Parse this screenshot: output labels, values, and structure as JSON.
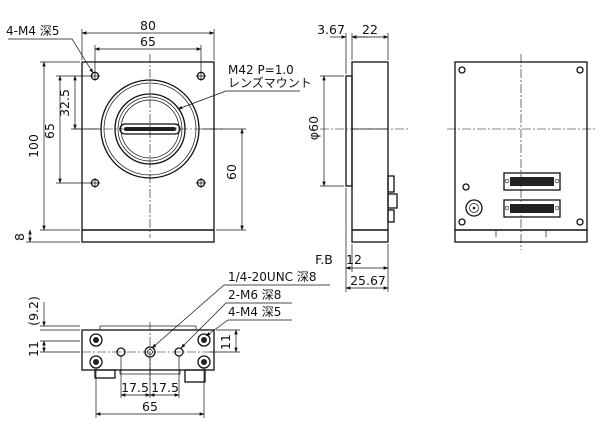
{
  "front_view": {
    "holes_note": "4-M4 深5",
    "width_outer": "80",
    "width_holes": "65",
    "mount_note_1": "M42 P=1.0",
    "mount_note_2": "レンズマウント",
    "height_total": "100",
    "height_holes": "65",
    "height_half": "32.5",
    "height_center": "60",
    "base_thickness": "8"
  },
  "side_view": {
    "flange_step": "3.67",
    "body_depth": "22",
    "mount_diameter": "φ60",
    "flange_back_label": "F.B",
    "flange_back_value": "12",
    "total_depth": "25.67"
  },
  "bottom_view": {
    "edge_offset": "(9.2)",
    "hole_row_left": "11",
    "hole_row_right": "11",
    "tripod_note": "1/4-20UNC 深8",
    "m6_note": "2-M6 深8",
    "m4_note": "4-M4 深5",
    "pitch_left": "17.5",
    "pitch_right": "17.5",
    "width_holes": "65"
  }
}
